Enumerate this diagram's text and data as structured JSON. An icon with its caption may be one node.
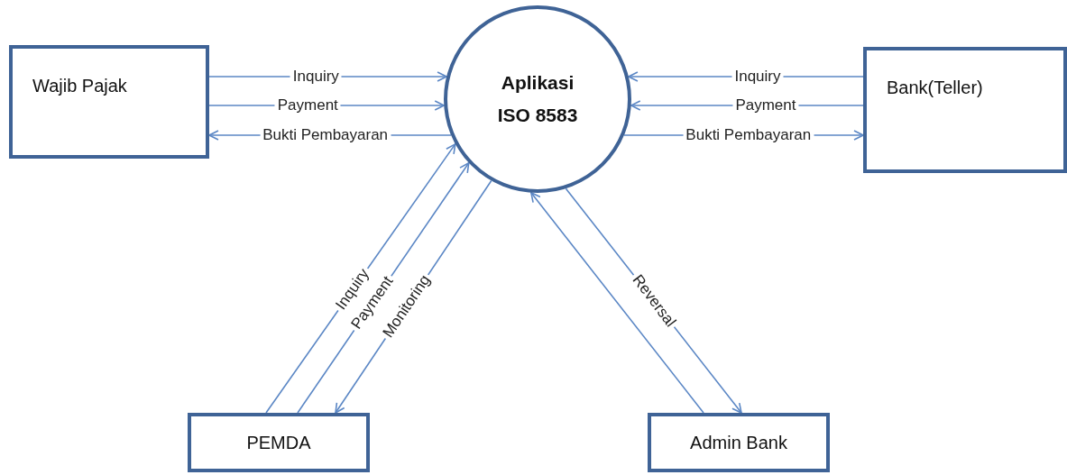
{
  "diagram": {
    "nodes": [
      {
        "text": [
          "Wajib Pajak"
        ]
      },
      {
        "text": [
          "Aplikasi ISO 8583"
        ]
      },
      {
        "text": [
          "Bank(Teller)"
        ]
      },
      {
        "text": [
          "PEMDA"
        ]
      },
      {
        "text": [
          "Admin Bank"
        ]
      }
    ],
    "edges": [
      {
        "from": 0,
        "to": 1,
        "arrow": "to",
        "label": "Inquiry"
      },
      {
        "from": 0,
        "to": 1,
        "arrow": "to",
        "label": "Payment"
      },
      {
        "from": 1,
        "to": 0,
        "arrow": "to",
        "label": "Bukti Pembayaran"
      },
      {
        "from": 2,
        "to": 1,
        "arrow": "to",
        "label": "Inquiry"
      },
      {
        "from": 2,
        "to": 1,
        "arrow": "to",
        "label": "Payment"
      },
      {
        "from": 1,
        "to": 2,
        "arrow": "to",
        "label": "Bukti Pembayaran"
      },
      {
        "from": 3,
        "to": 1,
        "arrow": "to",
        "label": "Inquiry"
      },
      {
        "from": 3,
        "to": 1,
        "arrow": "to",
        "label": "Payment"
      },
      {
        "from": 1,
        "to": 3,
        "arrow": "to",
        "label": "Monitoring"
      },
      {
        "from": 4,
        "to": 1,
        "arrow": "to"
      },
      {
        "from": 1,
        "to": 4,
        "arrow": "to",
        "label": "Reversal"
      }
    ]
  }
}
